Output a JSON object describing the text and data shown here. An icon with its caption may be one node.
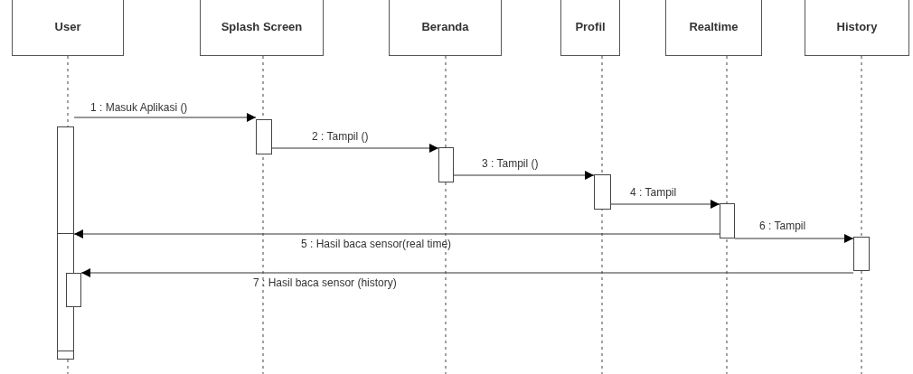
{
  "diagram": {
    "nodes": [
      {
        "text": [
          "User"
        ]
      },
      {
        "text": [
          "Splash Screen"
        ]
      },
      {
        "text": [
          "Beranda"
        ]
      },
      {
        "text": [
          "Profil"
        ]
      },
      {
        "text": [
          "Realtime"
        ]
      },
      {
        "text": [
          "History"
        ]
      },
      {
        "text": [],
        "shape": "bar"
      },
      {
        "text": [],
        "shape": "bar",
        "in": 6
      },
      {
        "text": [],
        "shape": "bar"
      },
      {
        "text": [],
        "shape": "bar"
      },
      {
        "text": [],
        "shape": "bar"
      },
      {
        "text": [],
        "shape": "bar"
      },
      {
        "text": [],
        "shape": "bar"
      },
      {
        "text": [],
        "shape": "bar"
      }
    ],
    "edges": [
      {
        "from": 6,
        "to": 8,
        "arrow": "to",
        "label": "1 : Masuk Aplikasi ()"
      },
      {
        "from": 8,
        "to": 9,
        "arrow": "to",
        "label": "2 : Tampil ()"
      },
      {
        "from": 9,
        "to": 10,
        "arrow": "to",
        "label": "3 : Tampil ()"
      },
      {
        "from": 10,
        "to": 11,
        "arrow": "to",
        "label": "4 : Tampil"
      },
      {
        "from": 11,
        "to": 7,
        "arrow": "to",
        "label": "5 : Hasil baca sensor(real time)"
      },
      {
        "from": 11,
        "to": 12,
        "arrow": "to",
        "label": "6 : Tampil"
      },
      {
        "from": 12,
        "to": 13,
        "arrow": "to",
        "label": "7 : Hasil baca sensor (history)"
      }
    ]
  }
}
